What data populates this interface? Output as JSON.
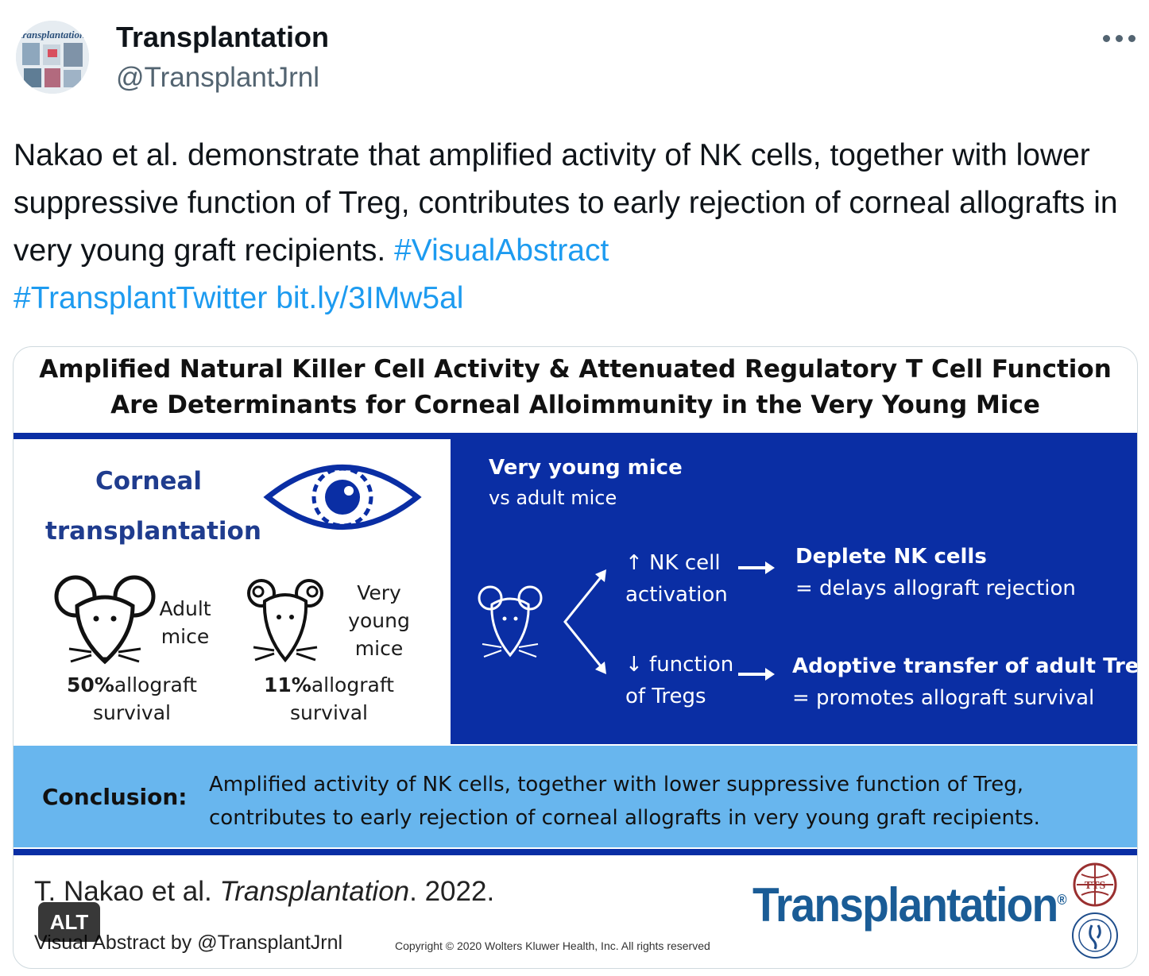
{
  "account": {
    "display_name": "Transplantation",
    "handle": "@TransplantJrnl",
    "avatar_label": "transplantation"
  },
  "tweet": {
    "text": "Nakao et al. demonstrate that amplified activity of NK cells, together with lower suppressive function of Treg, contributes to early rejection of corneal allografts in very young graft recipients.",
    "hashtag1": "#VisualAbstract",
    "hashtag2": "#TransplantTwitter",
    "link": "bit.ly/3IMw5al"
  },
  "abstract": {
    "title_line1": "Amplified Natural Killer Cell Activity & Attenuated Regulatory T Cell Function",
    "title_line2": "Are Determinants for Corneal Alloimmunity in the Very Young Mice",
    "corneal_line1": "Corneal",
    "corneal_line2": "transplantation",
    "adult_label_1": "Adult",
    "adult_label_2": "mice",
    "young_label_1": "Very",
    "young_label_2": "young",
    "young_label_3": "mice",
    "adult_pct": "50%",
    "young_pct": "11%",
    "allograft": "allograft",
    "survival": "survival",
    "right_title": "Very young mice",
    "right_subtitle": "vs adult mice",
    "nk_line1": "↑ NK cell",
    "nk_line2": "activation",
    "treg_line1": "↓ function",
    "treg_line2": "of Tregs",
    "deplete_title": "Deplete NK cells",
    "deplete_desc": "= delays allograft rejection",
    "adoptive_title": "Adoptive transfer of adult Tregs",
    "adoptive_desc": "= promotes allograft survival",
    "conclusion_label": "Conclusion:",
    "conclusion_line1": "Amplified activity of NK cells, together with lower suppressive function of Treg,",
    "conclusion_line2": "contributes to early rejection of corneal allografts in very young graft recipients.",
    "cite_author": "T. Nakao et al.",
    "cite_journal": "Transplantation",
    "cite_year": ". 2022.",
    "visual_abstract_by": "Visual Abstract by @TransplantJrnl",
    "copyright": "Copyright © 2020 Wolters Kluwer Health, Inc. All rights reserved",
    "brand": "Transplantation",
    "brand_mark": "®",
    "seal1_text": "TTS"
  },
  "alt_badge": "ALT",
  "colors": {
    "link": "#1d9bf0",
    "abstract_blue": "#0a2ea4",
    "conclusion_bg": "#68b6ee",
    "brand": "#1a5c96"
  }
}
